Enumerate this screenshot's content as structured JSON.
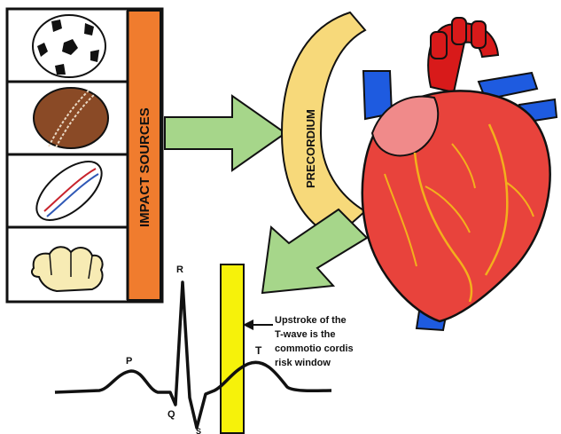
{
  "impact_sources": {
    "label": "IMPACT SOURCES",
    "items": [
      {
        "name": "soccer-ball-icon"
      },
      {
        "name": "cricket-ball-icon"
      },
      {
        "name": "rugby-ball-icon"
      },
      {
        "name": "fist-icon"
      }
    ]
  },
  "precordium": {
    "label": "PRECORDIUM"
  },
  "ecg": {
    "labels": {
      "p": "P",
      "q": "Q",
      "r": "R",
      "s": "S",
      "t": "T"
    }
  },
  "annotation": {
    "line1": "Upstroke of the",
    "line2": "T-wave is the",
    "line3": "commotio cordis",
    "line4": "risk window"
  },
  "colors": {
    "panel_orange": "#f07c2e",
    "arrow_green": "#a6d68a",
    "precordium_yellow": "#f7d97a",
    "heart_red": "#e8433c",
    "aorta_red": "#d81a1a",
    "vein_blue": "#1e5be0",
    "risk_window_yellow": "#f6f20a",
    "coronary_gold": "#f3b01c"
  }
}
